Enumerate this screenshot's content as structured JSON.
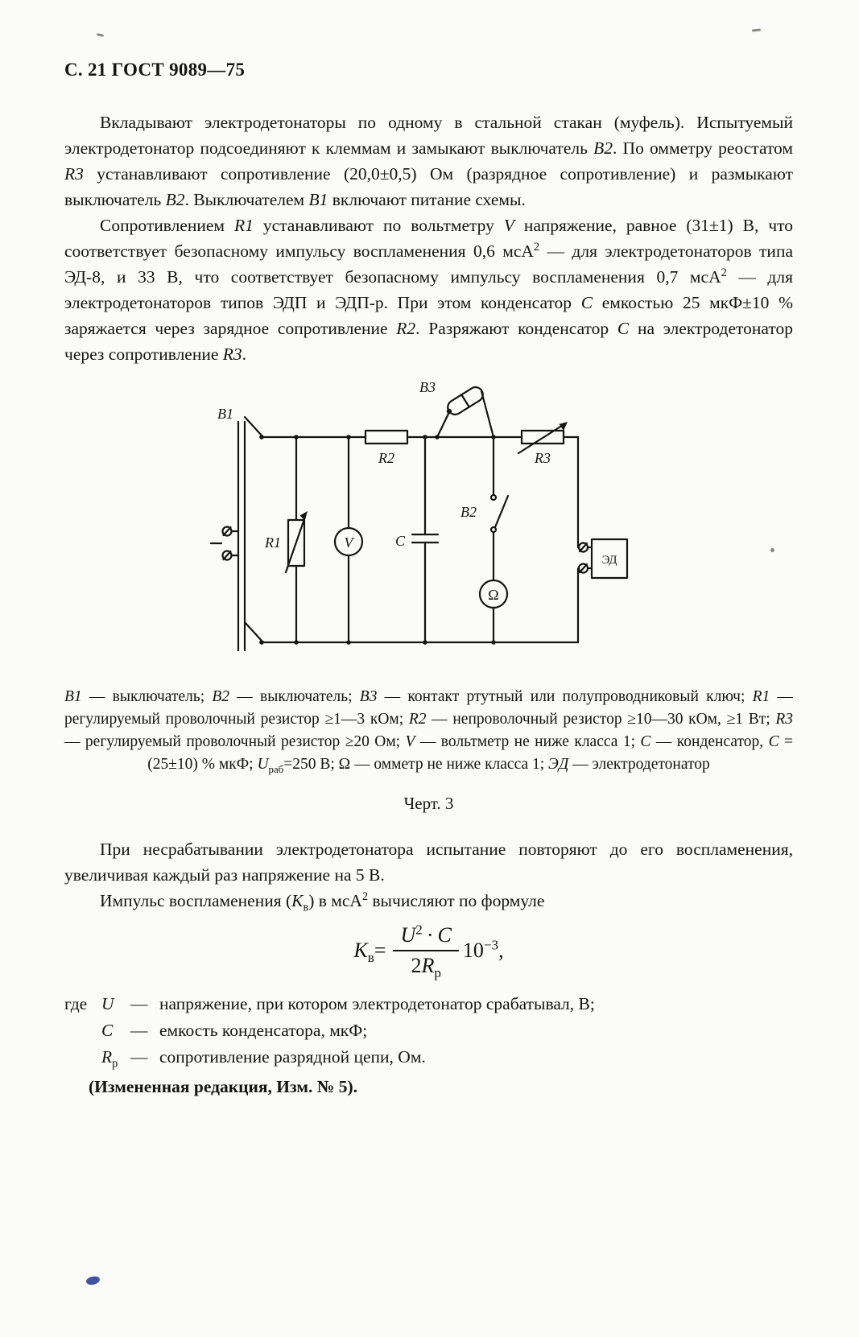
{
  "header": {
    "title": "С. 21 ГОСТ 9089—75"
  },
  "paragraphs": {
    "p1": [
      {
        "t": "Вкладывают электродетонаторы по одному в стальной стакан (муфель). Испытуемый электродетонатор подсоединяют к клеммам и замыкают выключатель "
      },
      {
        "t": "В2",
        "i": true
      },
      {
        "t": ". По омметру реостатом "
      },
      {
        "t": "R3",
        "i": true
      },
      {
        "t": " устанавливают сопротивление (20,0±0,5) Ом (разрядное сопротивление) и размыкают выключатель "
      },
      {
        "t": "В2",
        "i": true
      },
      {
        "t": ". Выключателем "
      },
      {
        "t": "В1",
        "i": true
      },
      {
        "t": " включают питание схемы."
      }
    ],
    "p2": [
      {
        "t": "Сопротивлением "
      },
      {
        "t": "R1",
        "i": true
      },
      {
        "t": " устанавливают по вольтметру "
      },
      {
        "t": "V",
        "i": true
      },
      {
        "t": " напряжение, равное (31±1) В, что соответствует безопасному импульсу воспламенения 0,6 мсА"
      },
      {
        "t": "2",
        "sup": true
      },
      {
        "t": " — для электродетонаторов типа ЭД-8, и 33 В, что соответствует безопасному импульсу воспламенения 0,7 мсА"
      },
      {
        "t": "2",
        "sup": true
      },
      {
        "t": " — для электродетонаторов типов ЭДП и ЭДП-р. При этом конденсатор "
      },
      {
        "t": "С",
        "i": true
      },
      {
        "t": " емкостью 25 мкФ±10 % заряжается через зарядное сопротивление "
      },
      {
        "t": "R2",
        "i": true
      },
      {
        "t": ". Разряжают конденсатор "
      },
      {
        "t": "С",
        "i": true
      },
      {
        "t": " на электродетонатор через сопротивление "
      },
      {
        "t": "R3",
        "i": true
      },
      {
        "t": "."
      }
    ],
    "p3": [
      {
        "t": "При несрабатывании электродетонатора испытание повторяют до его воспламенения, увеличивая каждый раз напряжение на 5 В."
      }
    ],
    "p4": [
      {
        "t": "Импульс воспламенения ("
      },
      {
        "t": "K",
        "i": true
      },
      {
        "t": "в",
        "sub": true
      },
      {
        "t": ") в мсА"
      },
      {
        "t": "2",
        "sup": true
      },
      {
        "t": " вычисляют по формуле"
      }
    ]
  },
  "figure": {
    "labels": {
      "b1": "В1",
      "b2": "В2",
      "b3": "В3",
      "r1": "R1",
      "r2": "R2",
      "r3": "R3",
      "voltmeter": "V",
      "capacitor": "C",
      "ohmmeter": "Ω",
      "detonator": "ЭД"
    },
    "caption_runs": [
      {
        "t": "В1",
        "i": true
      },
      {
        "t": " — выключатель; "
      },
      {
        "t": "В2",
        "i": true
      },
      {
        "t": " — выключатель; "
      },
      {
        "t": "В3",
        "i": true
      },
      {
        "t": " — контакт ртутный или полупроводниковый ключ; "
      },
      {
        "t": "R1",
        "i": true
      },
      {
        "t": " — регулируемый проволочный резистор ≥1—3 кОм; "
      },
      {
        "t": "R2",
        "i": true
      },
      {
        "t": " — непроволочный резистор ≥10—30 кОм, ≥1 Вт; "
      },
      {
        "t": "R3",
        "i": true
      },
      {
        "t": " — регулируемый проволочный резистор ≥20 Ом; "
      },
      {
        "t": "V",
        "i": true
      },
      {
        "t": " — вольтметр не ниже класса 1; "
      },
      {
        "t": "С",
        "i": true
      },
      {
        "t": " — конденсатор, "
      },
      {
        "t": "С",
        "i": true
      },
      {
        "t": " = (25±10) % мкФ; "
      },
      {
        "t": "U",
        "i": true
      },
      {
        "t": "раб",
        "sub": true
      },
      {
        "t": "=250 В; Ω — омметр не ниже класса 1; "
      },
      {
        "t": "ЭД",
        "i": true
      },
      {
        "t": " — электродетонатор"
      }
    ],
    "number": "Черт. 3"
  },
  "formula": {
    "k": "K",
    "k_sub": "в",
    "eq": "=",
    "u": "U",
    "u_exp": "2",
    "dot": "·",
    "c": "С",
    "den_coeff": "2",
    "den_r": "R",
    "den_sub": "р",
    "pow_base": "10",
    "pow_exp": "−3",
    "comma": ","
  },
  "where": {
    "label": "где",
    "items": [
      {
        "term": "U",
        "term_sub": "",
        "dash": "—",
        "text": "напряжение, при котором электродетонатор срабатывал, В;"
      },
      {
        "term": "С",
        "term_sub": "",
        "dash": "—",
        "text": "емкость конденсатора, мкФ;"
      },
      {
        "term": "R",
        "term_sub": "р",
        "dash": "—",
        "text": "сопротивление разрядной цепи, Ом."
      }
    ]
  },
  "amendment": "(Измененная редакция, Изм. № 5)."
}
